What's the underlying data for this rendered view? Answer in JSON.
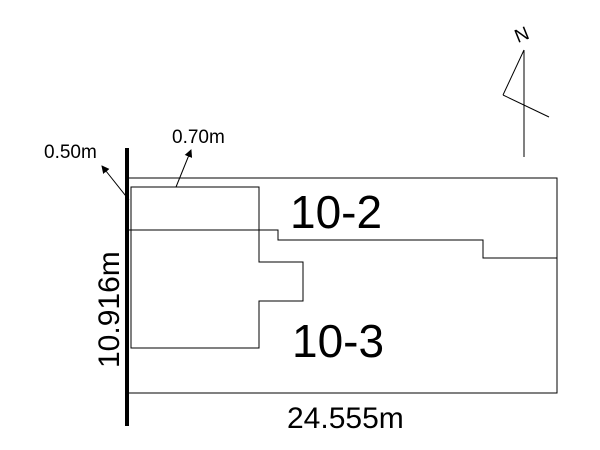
{
  "dimensions": {
    "setback_top": "0.70m",
    "setback_left": "0.50m",
    "height": "10.916m",
    "width": "24.555m"
  },
  "lots": {
    "upper": "10-2",
    "lower": "10-3"
  },
  "north_arrow": {
    "label": "N",
    "icon": "north-arrow-icon"
  }
}
